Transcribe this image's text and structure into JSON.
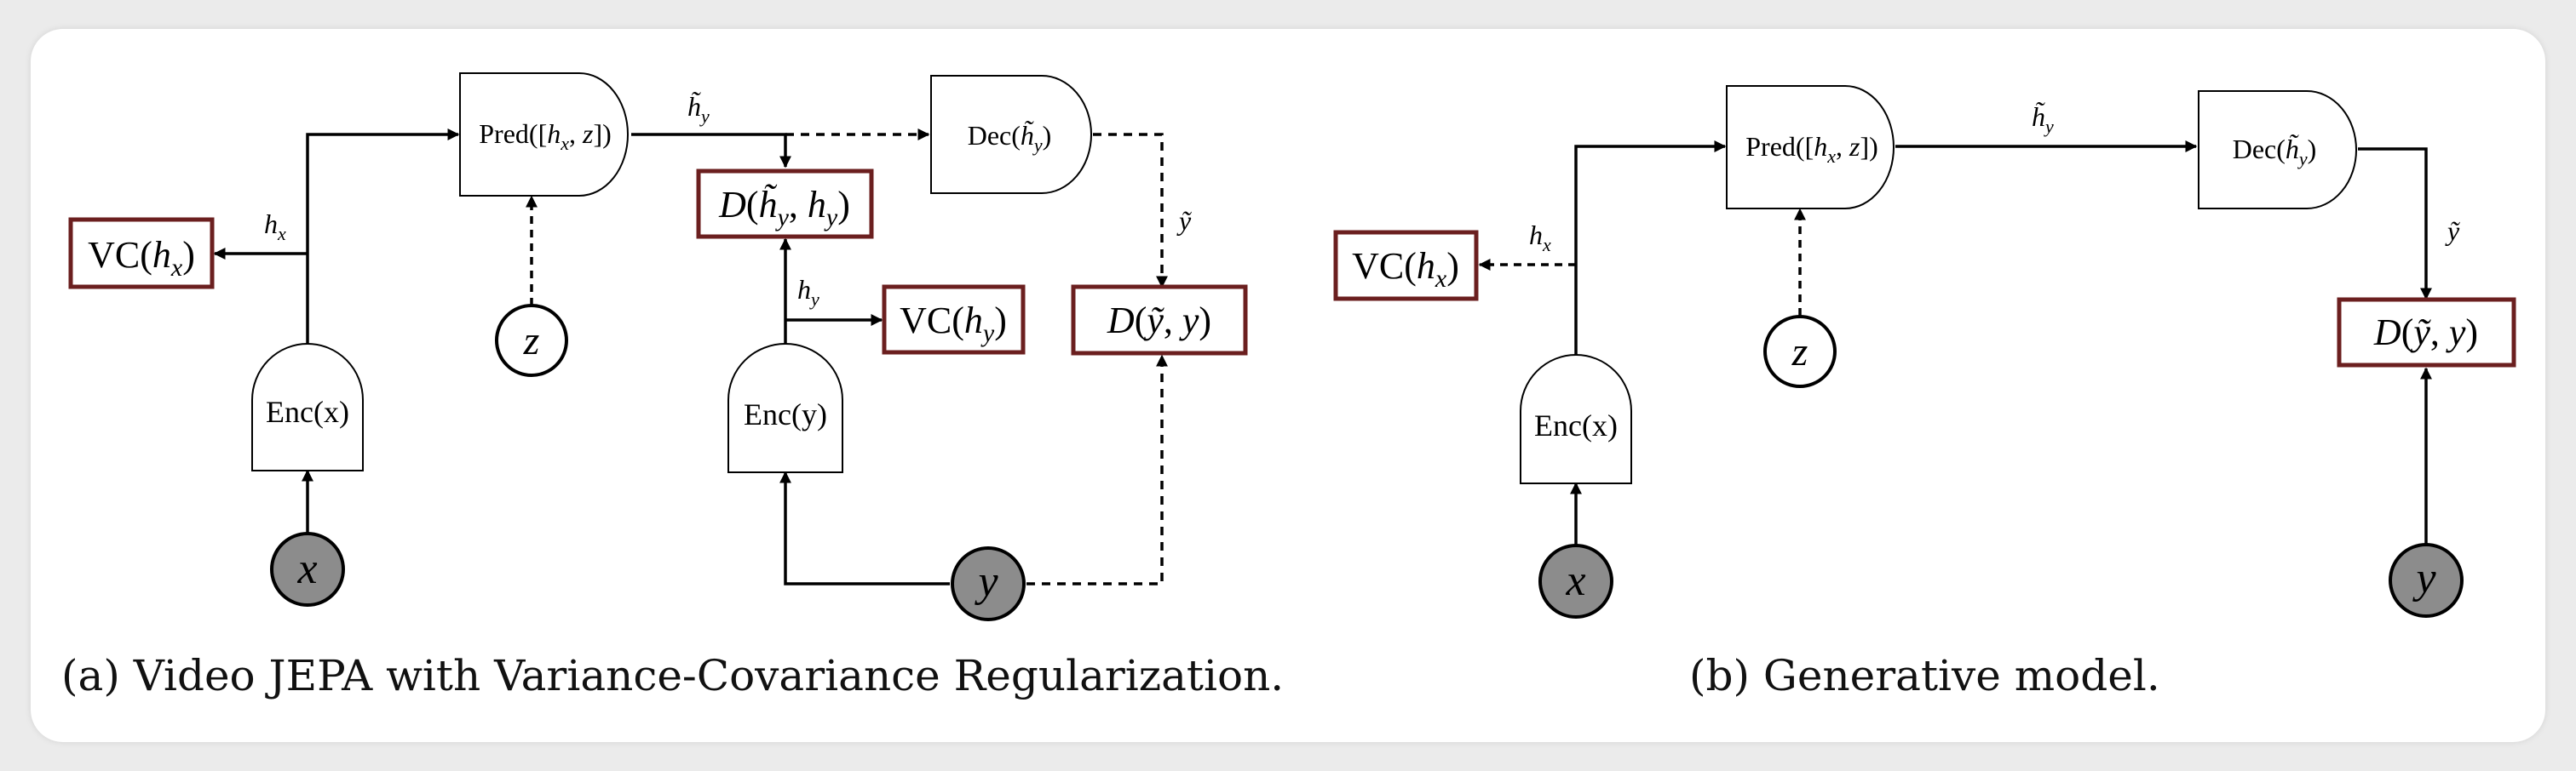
{
  "panel_a": {
    "caption": "(a) Video JEPA with Variance-Covariance Regularization.",
    "enc_x": "Enc(x)",
    "enc_y": "Enc(y)",
    "pred": "Pred([hx, z])",
    "dec": "Dec(h̃y)",
    "d_latent": "D(h̃y, hy)",
    "d_output": "D(ỹ, y)",
    "vc_hx": "VC(hx)",
    "vc_hy": "VC(hy)",
    "x": "x",
    "y": "y",
    "z": "z",
    "hx_label": "hx",
    "hy_label": "hy",
    "hy_tilde_label": "h̃y",
    "y_tilde_label": "ỹ"
  },
  "panel_b": {
    "caption": "(b) Generative model.",
    "enc_x": "Enc(x)",
    "pred": "Pred([hx, z])",
    "dec": "Dec(h̃y)",
    "d_output": "D(ỹ, y)",
    "vc_hx": "VC(hx)",
    "x": "x",
    "y": "y",
    "z": "z",
    "hx_label": "hx",
    "hy_tilde_label": "h̃y",
    "y_tilde_label": "ỹ"
  },
  "colors": {
    "cost_border": "#6b1f1f",
    "input_fill": "#8c8c8c",
    "stroke": "#000000"
  }
}
